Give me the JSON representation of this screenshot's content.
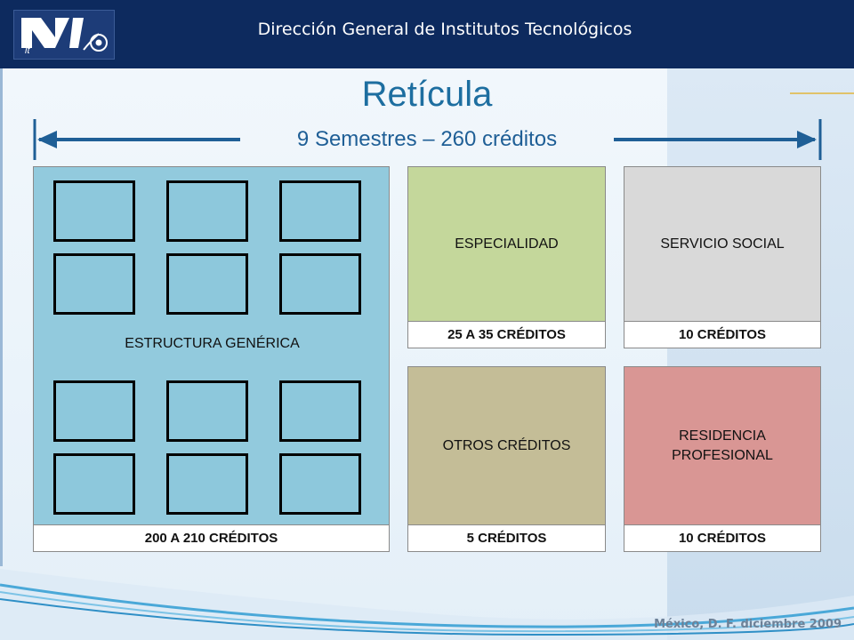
{
  "header": {
    "title": "Dirección General de Institutos Tecnológicos",
    "logo_text": "it"
  },
  "main": {
    "title": "Retícula",
    "subtitle": "9 Semestres – 260 créditos"
  },
  "blocks": {
    "generic": {
      "label": "ESTRUCTURA GENÉRICA",
      "credits": "200 A 210 CRÉDITOS"
    },
    "specialty": {
      "label": "ESPECIALIDAD",
      "credits": "25 A 35 CRÉDITOS"
    },
    "social_service": {
      "label": "SERVICIO SOCIAL",
      "credits": "10 CRÉDITOS"
    },
    "other": {
      "label": "OTROS CRÉDITOS",
      "credits": "5 CRÉDITOS"
    },
    "residency": {
      "label": "RESIDENCIA PROFESIONAL",
      "credits": "10 CRÉDITOS"
    }
  },
  "footer": {
    "text": "México, D. F. diciembre 2009"
  },
  "colors": {
    "header_bg": "#0d2a5e",
    "generic": "#92cadd",
    "specialty": "#c4d79b",
    "social_service": "#d9d9d9",
    "other": "#c4bd97",
    "residency": "#d99694",
    "accent": "#1d6ea0"
  },
  "icons": [
    "it-logo-icon",
    "gear-emblem-icon",
    "double-arrow-icon"
  ]
}
